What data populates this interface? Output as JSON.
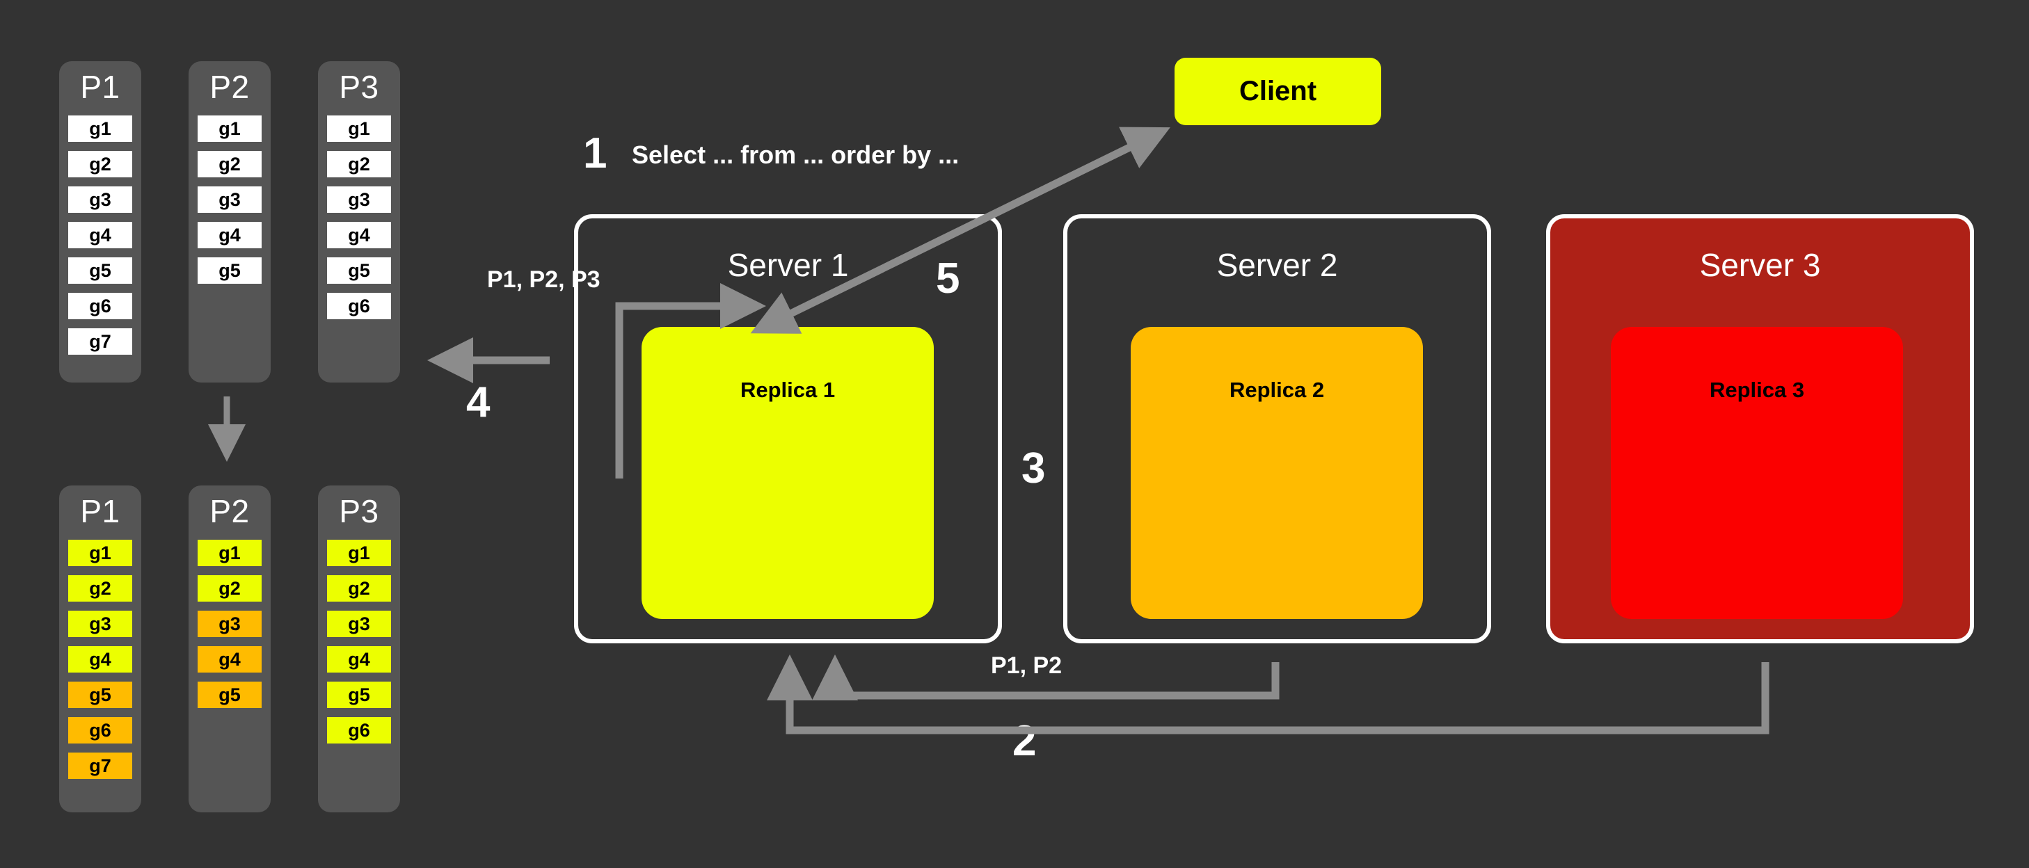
{
  "theme": {
    "background": "#333333",
    "panel_gray": "#555555",
    "arrow_gray": "#8c8c8c",
    "white": "#ffffff",
    "yellow": "#ecff00",
    "orange": "#ffbb00",
    "red": "#fb0000",
    "dark_red": "#ae2117",
    "cell_white": "#ffffff"
  },
  "partitions_top": {
    "group_name": "partitions-before",
    "columns": [
      {
        "title": "P1",
        "cells": [
          {
            "label": "g1",
            "color": "#ffffff"
          },
          {
            "label": "g2",
            "color": "#ffffff"
          },
          {
            "label": "g3",
            "color": "#ffffff"
          },
          {
            "label": "g4",
            "color": "#ffffff"
          },
          {
            "label": "g5",
            "color": "#ffffff"
          },
          {
            "label": "g6",
            "color": "#ffffff"
          },
          {
            "label": "g7",
            "color": "#ffffff"
          }
        ]
      },
      {
        "title": "P2",
        "cells": [
          {
            "label": "g1",
            "color": "#ffffff"
          },
          {
            "label": "g2",
            "color": "#ffffff"
          },
          {
            "label": "g3",
            "color": "#ffffff"
          },
          {
            "label": "g4",
            "color": "#ffffff"
          },
          {
            "label": "g5",
            "color": "#ffffff"
          }
        ]
      },
      {
        "title": "P3",
        "cells": [
          {
            "label": "g1",
            "color": "#ffffff"
          },
          {
            "label": "g2",
            "color": "#ffffff"
          },
          {
            "label": "g3",
            "color": "#ffffff"
          },
          {
            "label": "g4",
            "color": "#ffffff"
          },
          {
            "label": "g5",
            "color": "#ffffff"
          },
          {
            "label": "g6",
            "color": "#ffffff"
          }
        ]
      }
    ]
  },
  "partitions_bottom": {
    "group_name": "partitions-after",
    "columns": [
      {
        "title": "P1",
        "cells": [
          {
            "label": "g1",
            "color": "#ecff00"
          },
          {
            "label": "g2",
            "color": "#ecff00"
          },
          {
            "label": "g3",
            "color": "#ecff00"
          },
          {
            "label": "g4",
            "color": "#ecff00"
          },
          {
            "label": "g5",
            "color": "#ffbb00"
          },
          {
            "label": "g6",
            "color": "#ffbb00"
          },
          {
            "label": "g7",
            "color": "#ffbb00"
          }
        ]
      },
      {
        "title": "P2",
        "cells": [
          {
            "label": "g1",
            "color": "#ecff00"
          },
          {
            "label": "g2",
            "color": "#ecff00"
          },
          {
            "label": "g3",
            "color": "#ffbb00"
          },
          {
            "label": "g4",
            "color": "#ffbb00"
          },
          {
            "label": "g5",
            "color": "#ffbb00"
          }
        ]
      },
      {
        "title": "P3",
        "cells": [
          {
            "label": "g1",
            "color": "#ecff00"
          },
          {
            "label": "g2",
            "color": "#ecff00"
          },
          {
            "label": "g3",
            "color": "#ecff00"
          },
          {
            "label": "g4",
            "color": "#ecff00"
          },
          {
            "label": "g5",
            "color": "#ecff00"
          },
          {
            "label": "g6",
            "color": "#ecff00"
          }
        ]
      }
    ]
  },
  "client": {
    "label": "Client",
    "fill": "#ecff00"
  },
  "servers": [
    {
      "title": "Server 1",
      "box_fill": "none",
      "replica_label": "Replica 1",
      "replica_fill": "#ecff00"
    },
    {
      "title": "Server 2",
      "box_fill": "none",
      "replica_label": "Replica 2",
      "replica_fill": "#ffbb00"
    },
    {
      "title": "Server 3",
      "box_fill": "#ae2117",
      "replica_label": "Replica 3",
      "replica_fill": "#fb0000"
    }
  ],
  "steps": {
    "s1": "1",
    "s2": "2",
    "s3": "3",
    "s4": "4",
    "s5": "5"
  },
  "labels": {
    "query": "Select ... from ... order by ...",
    "p1p2p3": "P1, P2, P3",
    "p1p2": "P1, P2"
  }
}
